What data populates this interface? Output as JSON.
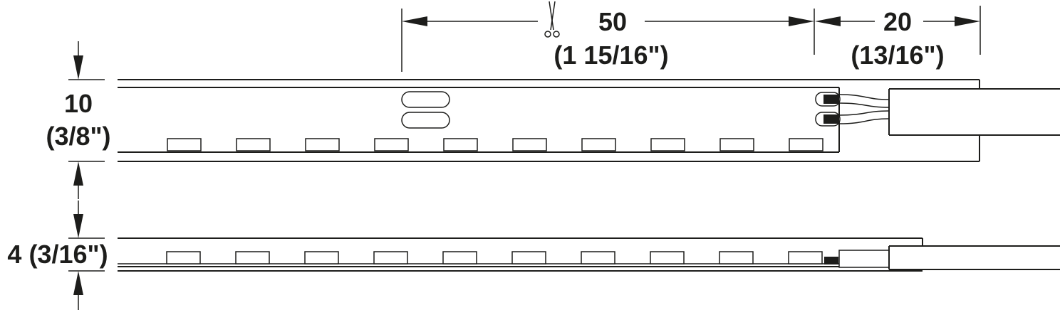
{
  "dimensions": {
    "segment_length": {
      "metric": "50",
      "imperial": "(1 15/16\")"
    },
    "connector_length": {
      "metric": "20",
      "imperial": "(13/16\")"
    },
    "strip_width": {
      "metric": "10",
      "imperial": "(3/8\")"
    },
    "strip_height": {
      "label": "4 (3/16\")"
    }
  },
  "icons": {
    "cut_mark": "scissors-icon"
  },
  "strip": {
    "led_count_top": 10,
    "led_count_side": 10,
    "solder_pad_count": 2
  },
  "colors": {
    "line": "#1d1d1b",
    "background": "#ffffff"
  }
}
